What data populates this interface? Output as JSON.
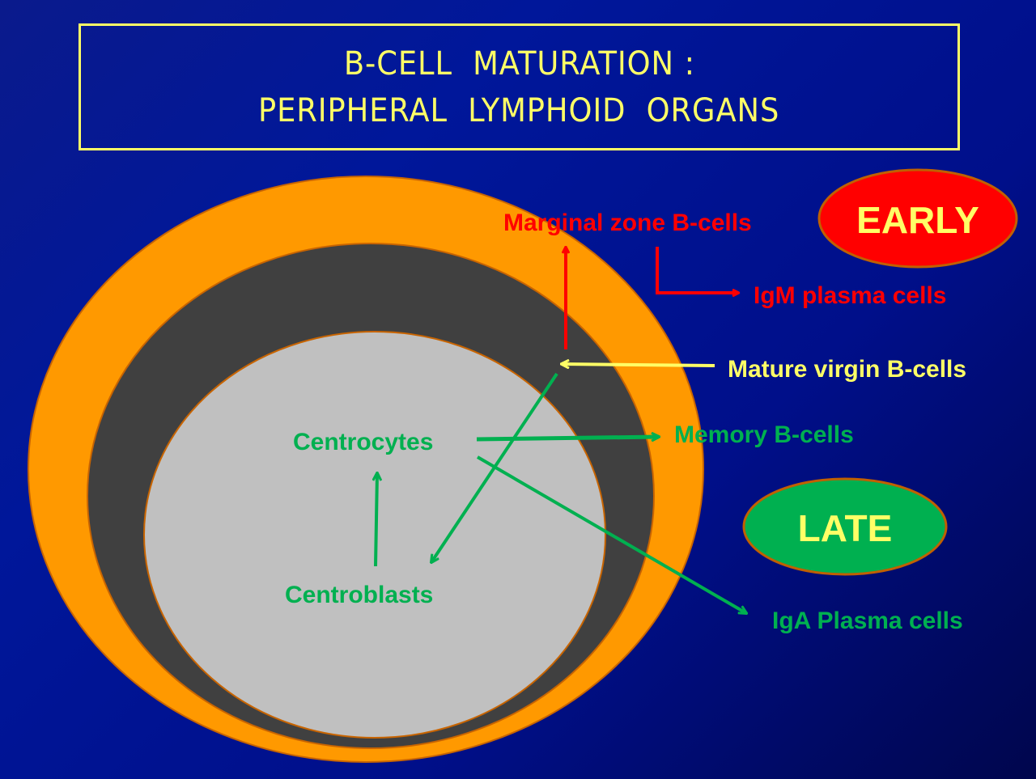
{
  "slide": {
    "title_line1": "B-CELL  MATURATION :",
    "title_line2": "PERIPHERAL  LYMPHOID  ORGANS"
  },
  "colors": {
    "background": "#0017a0",
    "title": "#ffff66",
    "outer_zone": "#ff9900",
    "middle_zone": "#404040",
    "inner_zone": "#c0c0c0",
    "early": "#ff0000",
    "late": "#00b050",
    "mature_arrow": "#ffff66"
  },
  "badges": {
    "early": "EARLY",
    "late": "LATE"
  },
  "labels": {
    "marginal_zone": "Marginal zone B-cells",
    "igm_plasma": "IgM plasma cells",
    "mature_virgin": "Mature virgin B-cells",
    "memory": "Memory B-cells",
    "centrocytes": "Centrocytes",
    "centroblasts": "Centroblasts",
    "iga_plasma": "IgA Plasma cells"
  }
}
